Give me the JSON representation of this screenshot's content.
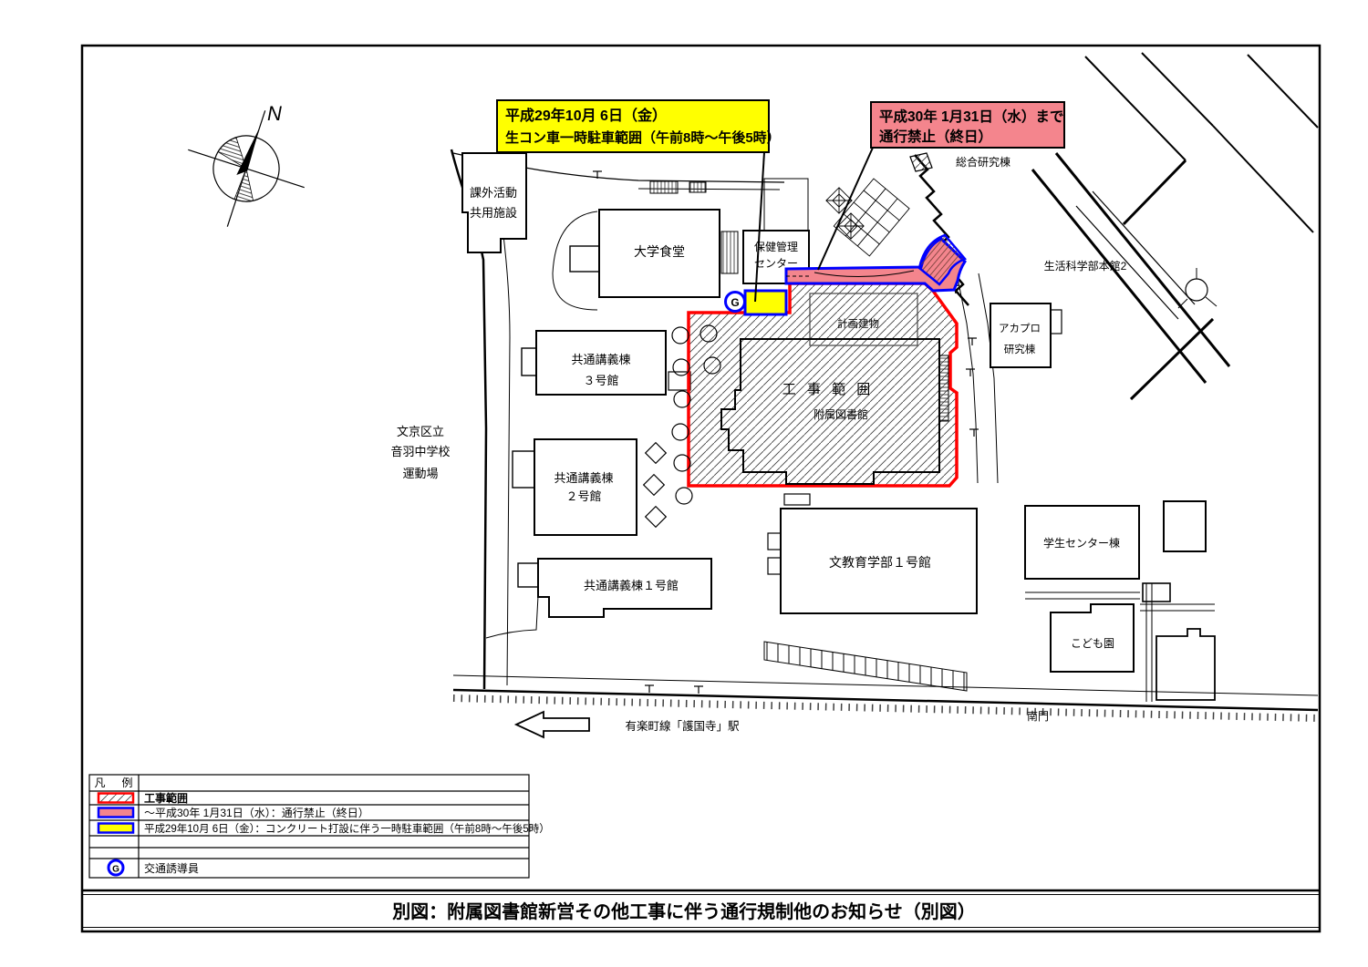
{
  "page": {
    "title": "別図：附属図書館新営その他工事に伴う通行規制他のお知らせ（別図）"
  },
  "colors": {
    "red": "#FF0000",
    "pink": "#F4858D",
    "yellow": "#FFFF00",
    "blue": "#0000FF",
    "black": "#000000"
  },
  "compass": {
    "north_label": "N"
  },
  "callouts": {
    "concrete_parking": {
      "line1": "平成29年10月 6日（金）",
      "line2": "生コン車一時駐車範囲（午前8時～午後5時）"
    },
    "road_closed": {
      "line1": "平成30年 1月31日（水）まで",
      "line2": "通行禁止（終日）"
    }
  },
  "map": {
    "buildings": {
      "kagai_line1": "課外活動",
      "kagai_line2": "共用施設",
      "daigaku_shokudo": "大学食堂",
      "hoken_line1": "保健管理",
      "hoken_line2": "センター",
      "sogo_kenkyuto": "総合研究棟",
      "seikatsu_kagakubu": "生活科学部本館2",
      "akapro_line1": "アカプロ",
      "akapro_line2": "研究棟",
      "kyotsu3_line1": "共通講義棟",
      "kyotsu3_line2": "３号館",
      "kyotsu2_line1": "共通講義棟",
      "kyotsu2_line2": "２号館",
      "kyotsu1": "共通講義棟１号館",
      "bunkyoiku1": "文教育学部１号館",
      "gakusei_center": "学生センター棟",
      "kodomoen": "こども園"
    },
    "construction_zone": {
      "koji_hani": "工 事 範 囲",
      "fuzoku_toshokan": "附属図書館",
      "keikaku_tatemono": "計画建物"
    },
    "surroundings": {
      "bunkyo_line1": "文京区立",
      "bunkyo_line2": "音羽中学校",
      "bunkyo_line3": "運動場",
      "nanmon": "南門",
      "station": "有楽町線「護国寺」駅"
    },
    "guard_symbol": "G"
  },
  "legend": {
    "header": "凡　例",
    "rows": [
      {
        "label": "工事範囲"
      },
      {
        "label": "～平成30年 1月31日（水）：通行禁止（終日）"
      },
      {
        "label": "平成29年10月 6日（金）：コンクリート打設に伴う一時駐車範囲（午前8時～午後5時）"
      },
      {
        "label": "交通誘導員"
      }
    ],
    "guard_symbol": "G"
  }
}
